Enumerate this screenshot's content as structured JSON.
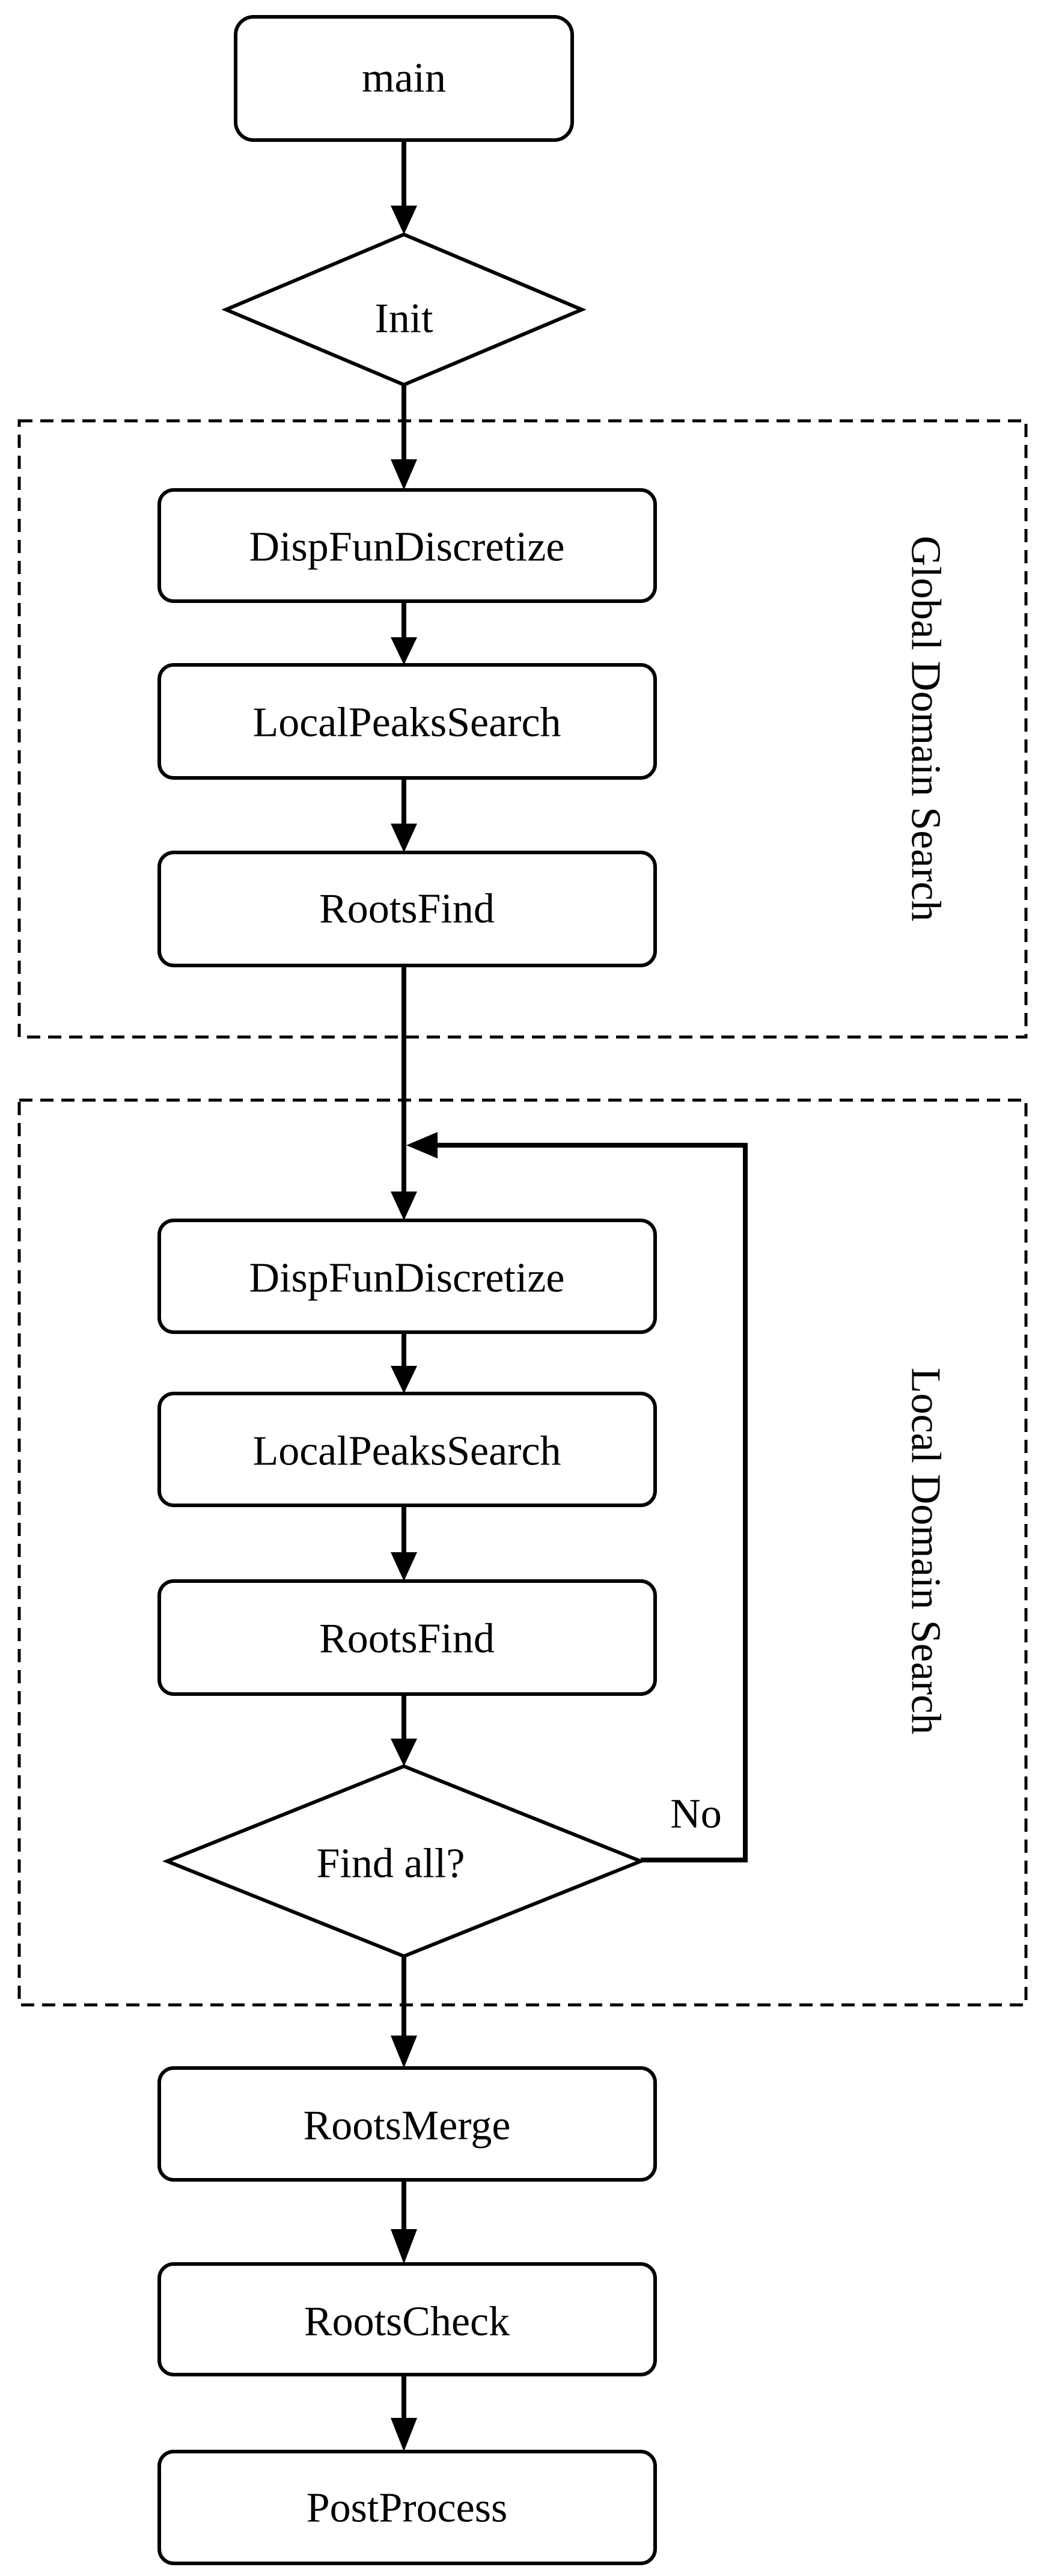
{
  "diagram": {
    "groups": [
      {
        "id": "global",
        "label": "Global Domain Search"
      },
      {
        "id": "local",
        "label": "Local Domain Search"
      }
    ],
    "nodes": [
      {
        "id": "main",
        "shape": "rounded-rect",
        "label": "main"
      },
      {
        "id": "init",
        "shape": "diamond",
        "label": "Init"
      },
      {
        "id": "g_disc",
        "shape": "rounded-rect",
        "label": "DispFunDiscretize",
        "group": "global"
      },
      {
        "id": "g_peaks",
        "shape": "rounded-rect",
        "label": "LocalPeaksSearch",
        "group": "global"
      },
      {
        "id": "g_roots",
        "shape": "rounded-rect",
        "label": "RootsFind",
        "group": "global"
      },
      {
        "id": "l_disc",
        "shape": "rounded-rect",
        "label": "DispFunDiscretize",
        "group": "local"
      },
      {
        "id": "l_peaks",
        "shape": "rounded-rect",
        "label": "LocalPeaksSearch",
        "group": "local"
      },
      {
        "id": "l_roots",
        "shape": "rounded-rect",
        "label": "RootsFind",
        "group": "local"
      },
      {
        "id": "findall",
        "shape": "diamond",
        "label": "Find all?",
        "group": "local"
      },
      {
        "id": "merge",
        "shape": "rounded-rect",
        "label": "RootsMerge"
      },
      {
        "id": "check",
        "shape": "rounded-rect",
        "label": "RootsCheck"
      },
      {
        "id": "post",
        "shape": "rounded-rect",
        "label": "PostProcess"
      }
    ],
    "edges": [
      {
        "from": "main",
        "to": "init",
        "label": ""
      },
      {
        "from": "init",
        "to": "g_disc",
        "label": ""
      },
      {
        "from": "g_disc",
        "to": "g_peaks",
        "label": ""
      },
      {
        "from": "g_peaks",
        "to": "g_roots",
        "label": ""
      },
      {
        "from": "g_roots",
        "to": "l_disc",
        "label": ""
      },
      {
        "from": "l_disc",
        "to": "l_peaks",
        "label": ""
      },
      {
        "from": "l_peaks",
        "to": "l_roots",
        "label": ""
      },
      {
        "from": "l_roots",
        "to": "findall",
        "label": ""
      },
      {
        "from": "findall",
        "to": "l_disc",
        "label": "No"
      },
      {
        "from": "findall",
        "to": "merge",
        "label": ""
      },
      {
        "from": "merge",
        "to": "check",
        "label": ""
      },
      {
        "from": "check",
        "to": "post",
        "label": ""
      }
    ]
  }
}
